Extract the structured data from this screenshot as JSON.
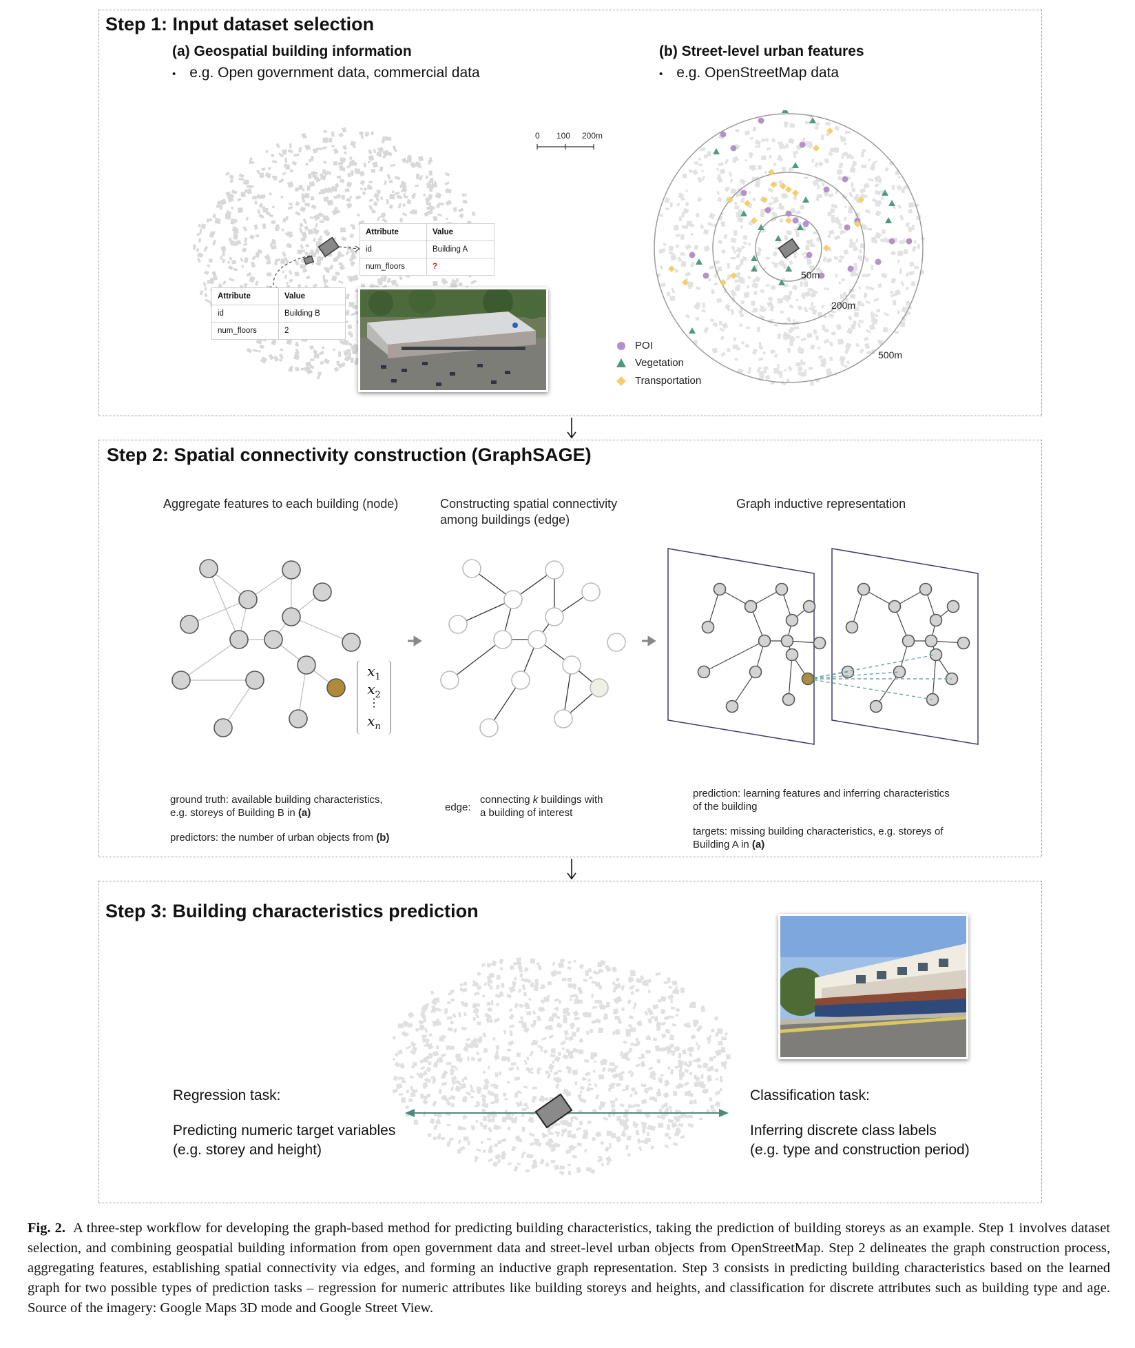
{
  "step1": {
    "title": "Step 1: Input dataset selection",
    "a_title": "(a) Geospatial building information",
    "a_bullet": "e.g. Open government data, commercial data",
    "b_title": "(b) Street-level urban features",
    "b_bullet": "e.g. OpenStreetMap data",
    "bullet_char": "•",
    "scale_labels": [
      "0",
      "100",
      "200m"
    ],
    "table_a": {
      "headers": [
        "Attribute",
        "Value"
      ],
      "rows": [
        [
          "id",
          "Building A"
        ],
        [
          "num_floors",
          "?"
        ]
      ]
    },
    "table_b": {
      "headers": [
        "Attribute",
        "Value"
      ],
      "rows": [
        [
          "id",
          "Building B"
        ],
        [
          "num_floors",
          "2"
        ]
      ]
    },
    "buffers": [
      "50m",
      "200m",
      "500m"
    ],
    "legend": [
      {
        "label": "POI",
        "color": "#b193c9",
        "icon": "circle-icon"
      },
      {
        "label": "Vegetation",
        "color": "#4f9a7f",
        "icon": "triangle-icon"
      },
      {
        "label": "Transportation",
        "color": "#f4cf6b",
        "icon": "diamond-icon"
      }
    ]
  },
  "step2": {
    "title": "Step 2: Spatial connectivity construction (GraphSAGE)",
    "col1_heading": "Aggregate features to each building (node)",
    "col2_heading_1": "Constructing spatial connectivity",
    "col2_heading_2": "among buildings (edge)",
    "col3_heading": "Graph inductive representation",
    "features": [
      "x",
      "1",
      "x",
      "2",
      "⋮",
      "x",
      "n"
    ],
    "ground_truth_1": "ground truth: available building characteristics,",
    "ground_truth_2_pre": "e.g. storeys of Building B in ",
    "ground_truth_2_ref": "(a)",
    "predictors_pre": "predictors: the number of urban objects from ",
    "predictors_ref": "(b)",
    "edge_label": "edge:",
    "edge_desc_1_pre": "connecting ",
    "edge_desc_1_k": "k",
    "edge_desc_1_post": " buildings with",
    "edge_desc_2": "a building of interest",
    "prediction_1": "prediction: learning features and inferring characteristics",
    "prediction_2": "of the building",
    "targets_1": "targets: missing building characteristics, e.g. storeys of",
    "targets_2_pre": "Building A in ",
    "targets_2_ref": "(a)"
  },
  "step3": {
    "title": "Step 3: Building characteristics prediction",
    "regression_title": "Regression task:",
    "regression_1": "Predicting numeric target variables",
    "regression_2": "(e.g. storey and height)",
    "classification_title": "Classification task:",
    "classification_1": "Inferring discrete class labels",
    "classification_2": "(e.g. type and construction period)"
  },
  "caption": {
    "label": "Fig. 2.",
    "text": "A three-step workflow for developing the graph-based method for predicting building characteristics, taking the prediction of building storeys as an example. Step 1 involves dataset selection, and combining geospatial building information from open government data and street-level urban objects from OpenStreetMap. Step 2 delineates the graph construction process, aggregating features, establishing spatial connectivity via edges, and forming an inductive graph representation. Step 3 consists in predicting building characteristics based on the learned graph for two possible types of prediction tasks – regression for numeric attributes like building storeys and heights, and classification for discrete attributes such as building type and age. Source of the imagery: Google Maps 3D mode and Google Street View."
  },
  "colors": {
    "node_fill": "#d3d3d3",
    "node_stroke": "#555555",
    "highlight_node": "#b08a3a",
    "edge_dash": "#6aa6a0",
    "task_arrow": "#4a8b7c",
    "panel_border": "#8a8a8a"
  }
}
